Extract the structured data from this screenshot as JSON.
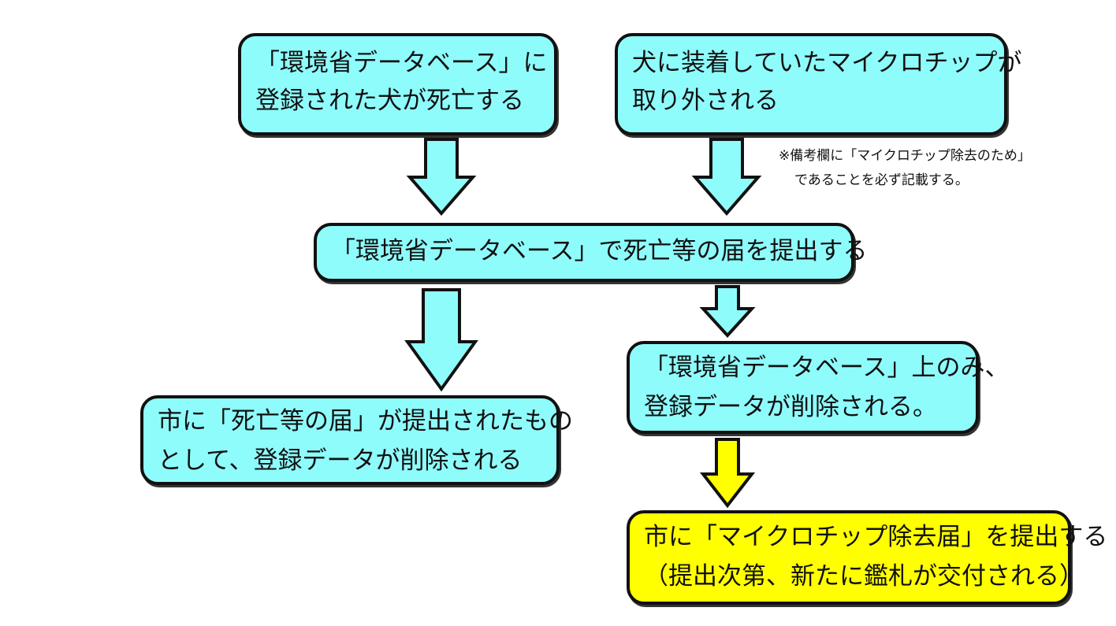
{
  "boxes": {
    "dog_death": {
      "line1": "「環境省データベース」に",
      "line2": "登録された犬が死亡する"
    },
    "chip_removed": {
      "line1": "犬に装着していたマイクロチップが",
      "line2": "取り外される"
    },
    "death_notice": {
      "line1": "「環境省データベース」で死亡等の届を提出する"
    },
    "city_deleted": {
      "line1": "市に「死亡等の届」が提出されたもの",
      "line2": "として、登録データが削除される"
    },
    "db_deleted": {
      "line1": "「環境省データベース」上のみ、",
      "line2": "登録データが削除される。"
    },
    "chip_removal_notice": {
      "line1": "市に「マイクロチップ除去届」を提出する",
      "line2": "（提出次第、新たに鑑札が交付される）"
    }
  },
  "note": {
    "line1": "※備考欄に「マイクロチップ除去のため」",
    "line2": "であることを必ず記載する。"
  },
  "colors": {
    "box_fill": "#8ffcfc",
    "highlight_fill": "#ffff00",
    "arrow_fill": "#8ffcfc",
    "highlight_arrow_fill": "#ffff00",
    "outline": "#111111"
  }
}
